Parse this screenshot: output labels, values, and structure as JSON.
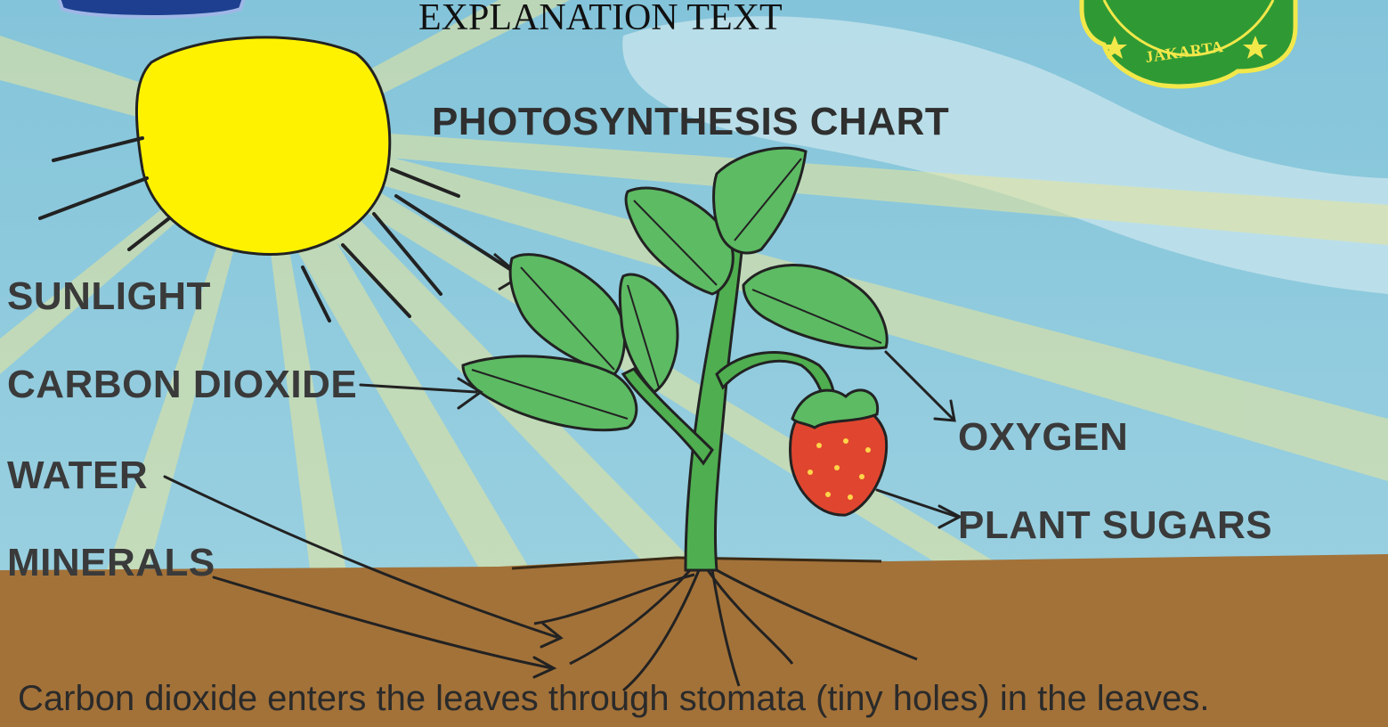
{
  "header": {
    "top_title": "EXPLANATION TEXT",
    "chart_title": "PHOTOSYNTHESIS CHART",
    "right_logo_text": "JAKARTA"
  },
  "inputs": {
    "sunlight": "SUNLIGHT",
    "carbon_dioxide": "CARBON DIOXIDE",
    "water": "WATER",
    "minerals": "MINERALS"
  },
  "outputs": {
    "oxygen": "OXYGEN",
    "plant_sugars": "PLANT SUGARS"
  },
  "caption": "Carbon dioxide enters the leaves through stomata (tiny holes) in the leaves.",
  "colors": {
    "sky": "#8cc9dc",
    "soil": "#a0703a",
    "sun": "#ffee00",
    "leaf": "#5dbb63",
    "strawberry": "#e0462f",
    "logo_green": "#2f9a34",
    "logo_yellow": "#f3e84a"
  }
}
